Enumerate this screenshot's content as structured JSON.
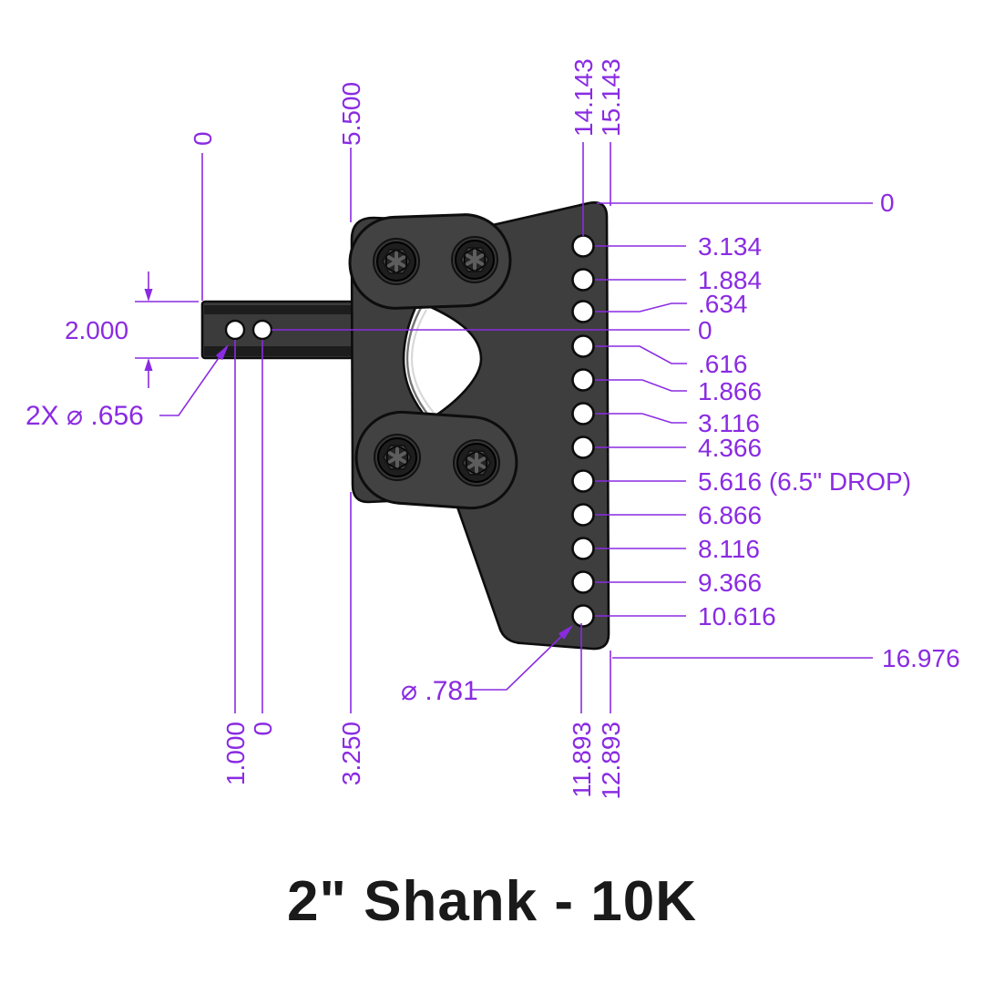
{
  "title": "2\" Shank - 10K",
  "colors": {
    "dimension": "#8A2BE2",
    "body": "#3E3E3E",
    "clamp": "#424242",
    "outline": "#0D0D0D",
    "background": "#FFFFFF",
    "title_text": "#1A1A1A"
  },
  "part": {
    "shank_hole_count": "2",
    "plate_hole_count": "12"
  },
  "dims": {
    "top_row": {
      "bar_left_zero": "0",
      "body_left": "5.500",
      "hole_column": "14.143",
      "plate_right": "15.143"
    },
    "right_top_zero": "0",
    "right_holes": {
      "h1": "3.134",
      "h2": "1.884",
      "h3": ".634",
      "center_zero": "0",
      "h4": ".616",
      "h5": "1.866",
      "h6": "3.116",
      "h7": "4.366",
      "h8": "5.616 (6.5\" DROP)",
      "h9": "6.866",
      "h10": "8.116",
      "h11": "9.366",
      "h12": "10.616"
    },
    "plate_total": "16.976",
    "left": {
      "bar_height": "2.000",
      "shank_hole_dia": "2X ⌀ .656"
    },
    "bottom_row": {
      "hole_offset": "1.000",
      "hole_zero": "0",
      "body_left": "3.250",
      "hole_column": "11.893",
      "plate_right": "12.893"
    },
    "plate_hole_dia": "⌀ .781"
  }
}
